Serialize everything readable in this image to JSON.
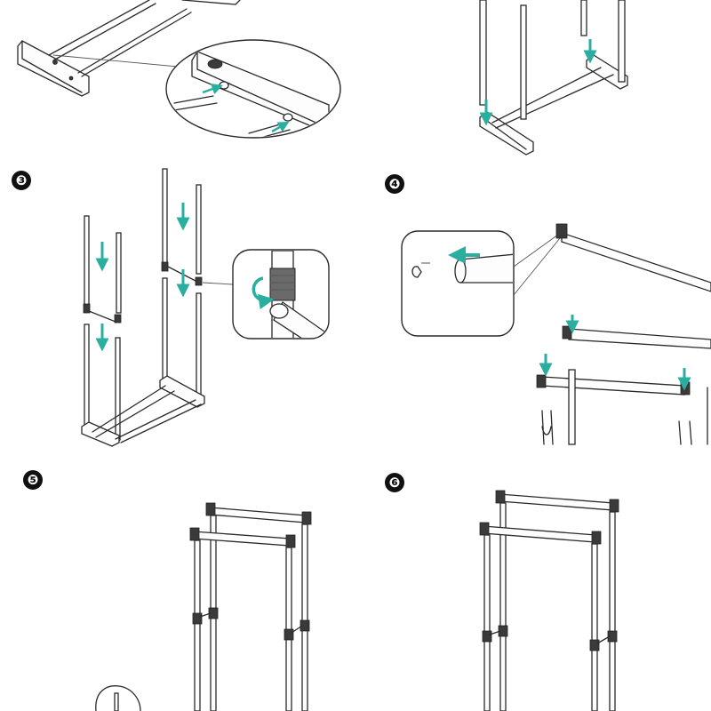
{
  "steps": [
    {
      "number": "❸",
      "id": 3
    },
    {
      "number": "❹",
      "id": 4
    },
    {
      "number": "❺",
      "id": 5
    },
    {
      "number": "❻",
      "id": 6
    }
  ],
  "colors": {
    "line": "#2a2a2a",
    "arrow": "#2aaea0",
    "background": "#ffffff"
  },
  "icons": [
    "down-arrow-icon",
    "left-arrow-icon",
    "rotate-arrow-icon"
  ]
}
